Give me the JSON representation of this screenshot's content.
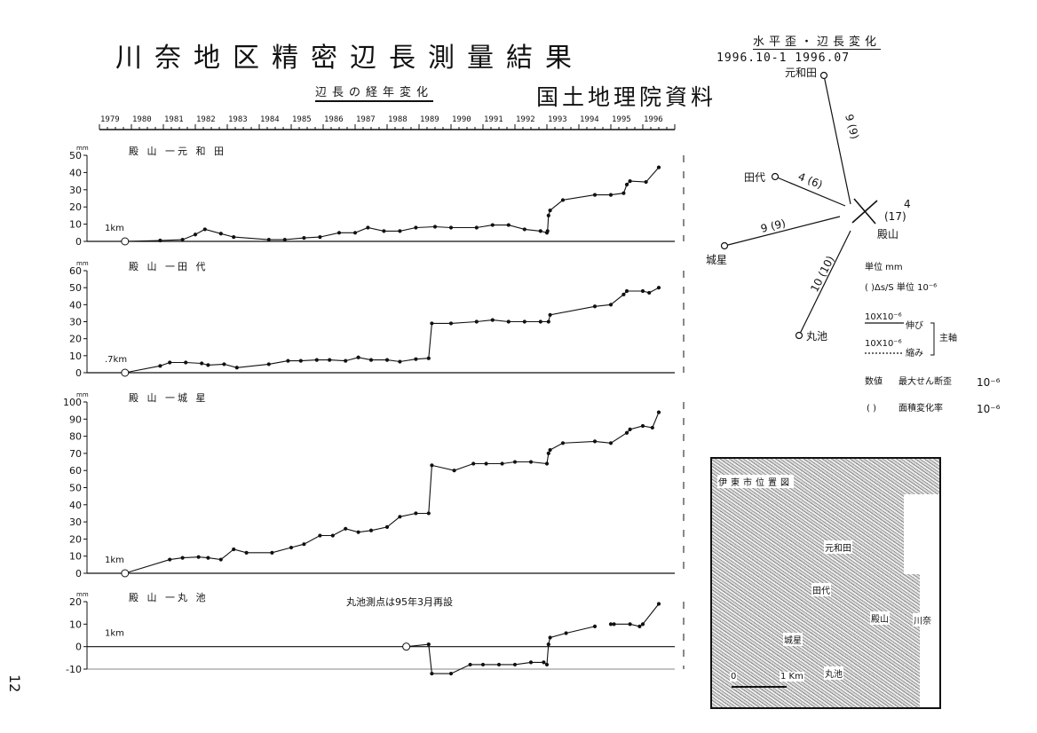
{
  "page": {
    "title": "川奈地区精密辺長測量結果",
    "subtitle": "辺長の経年変化",
    "source": "国土地理院資料",
    "page_number": "12"
  },
  "years": [
    "1979",
    "1980",
    "1981",
    "1982",
    "1983",
    "1984",
    "1985",
    "1986",
    "1987",
    "1988",
    "1989",
    "1990",
    "1991",
    "1992",
    "1993",
    "1994",
    "1995",
    "1996"
  ],
  "chart_data": [
    {
      "type": "line",
      "title": "殿 山 一元 和 田",
      "ylabel": "mm",
      "baseline_label": "1km",
      "ylim": [
        0,
        50
      ],
      "yticks": [
        0,
        10,
        20,
        30,
        40,
        50
      ],
      "x": [
        1979.8,
        1980.9,
        1981.6,
        1982.0,
        1982.3,
        1982.8,
        1983.2,
        1984.3,
        1984.8,
        1985.4,
        1985.9,
        1986.5,
        1987.0,
        1987.4,
        1987.9,
        1988.4,
        1988.9,
        1989.5,
        1990.0,
        1990.8,
        1991.3,
        1991.8,
        1992.3,
        1992.8,
        1993.0,
        1993.02,
        1993.05,
        1993.1,
        1993.5,
        1994.5,
        1995.0,
        1995.4,
        1995.5,
        1995.6,
        1996.1,
        1996.5
      ],
      "y": [
        0,
        0.5,
        1,
        4,
        7,
        4.5,
        2.5,
        1,
        1,
        2,
        2.5,
        5,
        5,
        8,
        6,
        6,
        8,
        8.5,
        8,
        8,
        9.5,
        9.5,
        7,
        6,
        5,
        6,
        15,
        18,
        24,
        27,
        27,
        28,
        33,
        35,
        34.5,
        43
      ]
    },
    {
      "type": "line",
      "title": "殿 山 一田 代",
      "ylabel": "mm",
      "baseline_label": ".7km",
      "ylim": [
        0,
        60
      ],
      "yticks": [
        0,
        10,
        20,
        30,
        40,
        50,
        60
      ],
      "x": [
        1979.8,
        1980.9,
        1981.2,
        1981.7,
        1982.2,
        1982.4,
        1982.9,
        1983.3,
        1984.3,
        1984.9,
        1985.3,
        1985.8,
        1986.2,
        1986.7,
        1987.1,
        1987.5,
        1988.0,
        1988.4,
        1988.9,
        1989.3,
        1989.4,
        1990.0,
        1990.8,
        1991.3,
        1991.8,
        1992.3,
        1992.8,
        1993.05,
        1993.1,
        1994.5,
        1995.0,
        1995.4,
        1995.5,
        1996.0,
        1996.2,
        1996.5
      ],
      "y": [
        0,
        4,
        6,
        6,
        5.5,
        4.5,
        5,
        3,
        5,
        7,
        7,
        7.5,
        7.5,
        7,
        9,
        7.5,
        7.5,
        6.5,
        8,
        8.5,
        29,
        29,
        30,
        31,
        30,
        30,
        30,
        30,
        34,
        39,
        40,
        46,
        48,
        48,
        47,
        50
      ]
    },
    {
      "type": "line",
      "title": "殿 山 一城 星",
      "ylabel": "mm",
      "baseline_label": "1km",
      "ylim": [
        0,
        100
      ],
      "yticks": [
        0,
        10,
        20,
        30,
        40,
        50,
        60,
        70,
        80,
        90,
        100
      ],
      "x": [
        1979.8,
        1981.2,
        1981.6,
        1982.1,
        1982.4,
        1982.8,
        1983.2,
        1983.6,
        1984.4,
        1985.0,
        1985.4,
        1985.9,
        1986.3,
        1986.7,
        1987.1,
        1987.5,
        1988.0,
        1988.4,
        1988.9,
        1989.3,
        1989.4,
        1990.1,
        1990.7,
        1991.1,
        1991.6,
        1992.0,
        1992.5,
        1993.0,
        1993.05,
        1993.1,
        1993.5,
        1994.5,
        1995.0,
        1995.5,
        1995.6,
        1996.0,
        1996.3,
        1996.5
      ],
      "y": [
        0,
        8,
        9,
        9.5,
        9,
        8,
        14,
        12,
        12,
        15,
        17,
        22,
        22,
        26,
        24,
        25,
        27,
        33,
        35,
        35,
        63,
        60,
        64,
        64,
        64,
        65,
        65,
        64,
        70,
        72,
        76,
        77,
        76,
        82,
        84,
        86,
        85,
        94
      ]
    },
    {
      "type": "line",
      "title": "殿 山 一丸 池",
      "annotation": "丸池測点は95年3月再設",
      "ylabel": "mm",
      "baseline_label": "1km",
      "ylim": [
        -10,
        20
      ],
      "yticks": [
        -10,
        0,
        10,
        20
      ],
      "x": [
        1988.6,
        1989.3,
        1989.4,
        1990.0,
        1990.6,
        1991.0,
        1991.5,
        1992.0,
        1992.5,
        1992.9,
        1993.0,
        1993.05,
        1993.1,
        1993.6,
        1994.5
      ],
      "y": [
        0,
        1,
        -12,
        -12,
        -8,
        -8,
        -8,
        -8,
        -7,
        -7,
        -8,
        1,
        4,
        6,
        9
      ],
      "series2": {
        "x": [
          1995.0,
          1995.1,
          1995.6,
          1995.9,
          1996.0,
          1996.5
        ],
        "y": [
          10,
          10,
          10,
          9,
          10,
          19
        ]
      }
    }
  ],
  "diagram": {
    "title": "水平歪・辺長変化",
    "period": "1996.10-1 1996.07",
    "stations": {
      "center": "殿山",
      "motowada": "元和田",
      "tashiro": "田代",
      "joboshi": "城星",
      "maruike": "丸池"
    },
    "edges": {
      "motowada": "9 (9)",
      "tashiro": "4 (6)",
      "joboshi": "9 (9)",
      "maruike": "10 (10)"
    },
    "center_value": "4",
    "center_value2": "(17)",
    "legend": {
      "unit": "単位 mm",
      "ratio": "( )Δs/S 単位 10⁻⁶",
      "ext": "10X10⁻⁶",
      "ext_label": "伸び",
      "comp": "10X10⁻⁶",
      "comp_label": "縮み",
      "principal": "主軸",
      "max_shear_prefix": "数値",
      "max_shear": "最大せん断歪",
      "max_shear_unit": "10⁻⁶",
      "area_prefix": "( )",
      "area": "面積変化率",
      "area_unit": "10⁻⁶"
    }
  },
  "map": {
    "title": "伊東市位置図",
    "labels": [
      "元和田",
      "田代",
      "殿山",
      "城星",
      "丸池",
      "川奈"
    ],
    "scale_0": "0",
    "scale_1": "1 Km"
  },
  "colors": {
    "ink": "#111111",
    "paper": "#ffffff"
  }
}
